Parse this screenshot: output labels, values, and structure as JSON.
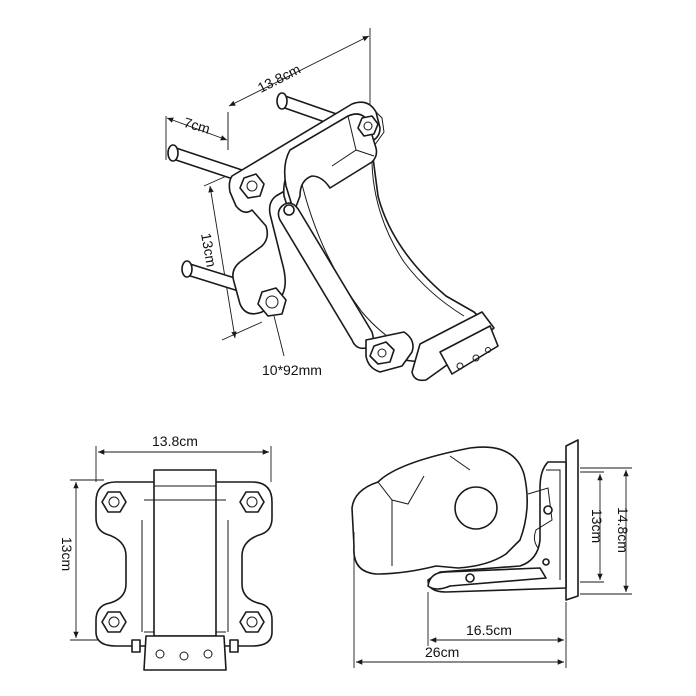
{
  "iso_view": {
    "width_label": "13.8cm",
    "offset_label": "7cm",
    "height_label": "13cm",
    "bolt_label": "10*92mm"
  },
  "front_view": {
    "width_label": "13.8cm",
    "height_label": "13cm"
  },
  "side_view": {
    "inner_height_label": "13cm",
    "outer_height_label": "14.8cm",
    "depth_label": "16.5cm",
    "length_label": "26cm"
  }
}
